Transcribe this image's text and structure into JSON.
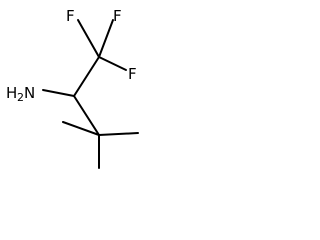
{
  "molecule": {
    "labels": {
      "fluorine_top": "F",
      "fluorine_left": "F",
      "fluorine_right": "F",
      "amine_h": "H",
      "amine_subscript": "2",
      "amine_n": "N"
    }
  }
}
